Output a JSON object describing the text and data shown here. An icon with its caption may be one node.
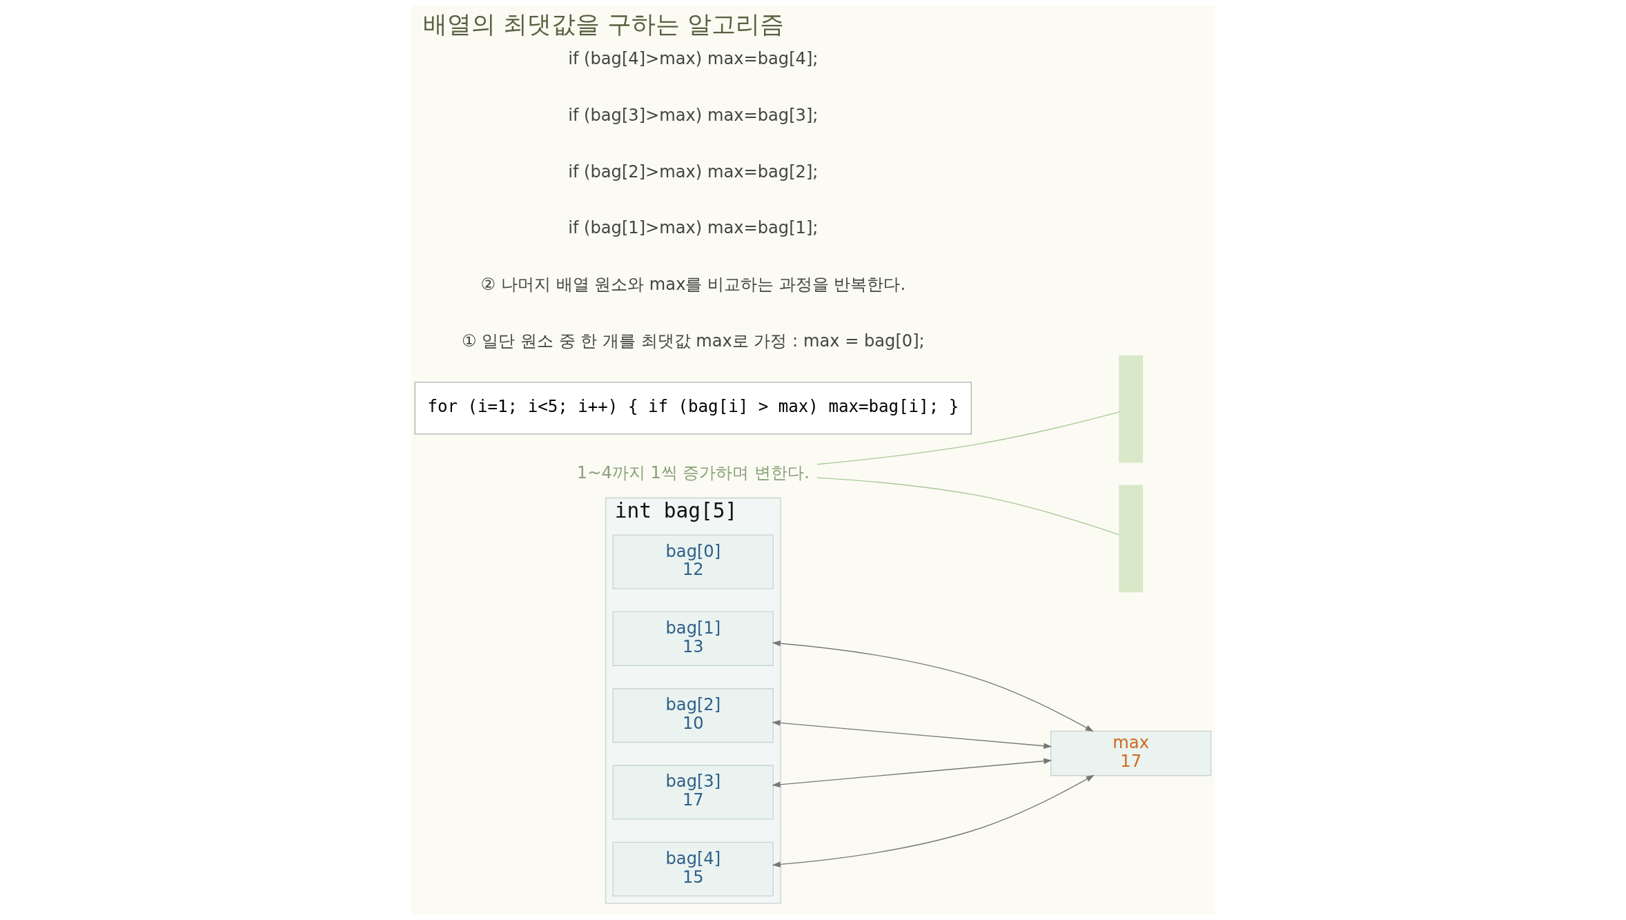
{
  "diagram": {
    "title": "배열의 최댓값을 구하는 알고리즘",
    "nodes": [
      {
        "text": [
          "int bag[5]"
        ]
      },
      {
        "text": [
          "bag[0]",
          "12"
        ],
        "in": 0
      },
      {
        "text": [
          "bag[1]",
          "13"
        ],
        "in": 0
      },
      {
        "text": [
          "bag[2]",
          "10"
        ],
        "in": 0
      },
      {
        "text": [
          "bag[3]",
          "17"
        ],
        "in": 0
      },
      {
        "text": [
          "bag[4]",
          "15"
        ],
        "in": 0
      },
      {
        "text": [
          "max",
          "17"
        ]
      },
      {
        "text": [],
        "shape": "bar"
      },
      {
        "text": [],
        "shape": "bar"
      },
      {
        "text": [
          "1~4까지 1씩 증가하며 변한다."
        ]
      },
      {
        "text": [
          "for (i=1; i<5; i++) { if (bag[i] > max) max=bag[i]; }"
        ]
      }
    ],
    "edges": [
      {
        "from": 2,
        "to": 6,
        "arrow": "both"
      },
      {
        "from": 3,
        "to": 6,
        "arrow": "both"
      },
      {
        "from": 4,
        "to": 6,
        "arrow": "both"
      },
      {
        "from": 5,
        "to": 6,
        "arrow": "both"
      },
      {
        "from": 9,
        "to": 7,
        "arrow": "none"
      },
      {
        "from": 9,
        "to": 8,
        "arrow": "none"
      }
    ],
    "labels": [
      "① 일단 원소 중 한 개를 최댓값 max로 가정 : max = bag[0];",
      "② 나머지 배열 원소와 max를 비교하는 과정을 반복한다.",
      "if (bag[1]>max) max=bag[1];",
      "if (bag[2]>max) max=bag[2];",
      "if (bag[3]>max) max=bag[3];",
      "if (bag[4]>max) max=bag[4];"
    ]
  }
}
